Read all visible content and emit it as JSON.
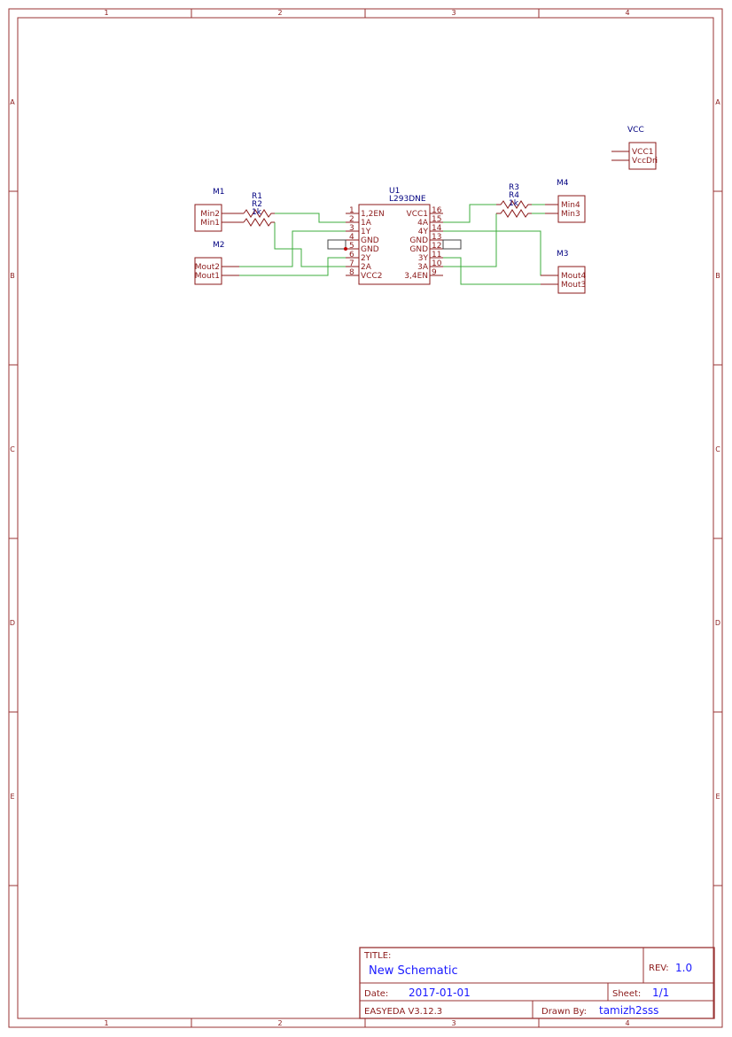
{
  "sheet": {
    "columns": [
      "1",
      "2",
      "3",
      "4"
    ],
    "rows": [
      "A",
      "B",
      "C",
      "D",
      "E"
    ]
  },
  "colors": {
    "frame": "#993333",
    "wire": "#3dae3d",
    "label": "#000080",
    "value": "#1a1aff"
  },
  "u1": {
    "ref": "U1",
    "part": "L293DNE",
    "left_pins": [
      {
        "num": "1",
        "name": "1,2EN"
      },
      {
        "num": "2",
        "name": "1A"
      },
      {
        "num": "3",
        "name": "1Y"
      },
      {
        "num": "4",
        "name": "GND"
      },
      {
        "num": "5",
        "name": "GND"
      },
      {
        "num": "6",
        "name": "2Y"
      },
      {
        "num": "7",
        "name": "2A"
      },
      {
        "num": "8",
        "name": "VCC2"
      }
    ],
    "right_pins": [
      {
        "num": "16",
        "name": "VCC1"
      },
      {
        "num": "15",
        "name": "4A"
      },
      {
        "num": "14",
        "name": "4Y"
      },
      {
        "num": "13",
        "name": "GND"
      },
      {
        "num": "12",
        "name": "GND"
      },
      {
        "num": "11",
        "name": "3Y"
      },
      {
        "num": "10",
        "name": "3A"
      },
      {
        "num": "9",
        "name": "3,4EN"
      }
    ]
  },
  "connectors": {
    "m1": {
      "ref": "M1",
      "pins": [
        "Min2",
        "Min1"
      ]
    },
    "m2": {
      "ref": "M2",
      "pins": [
        "Mout2",
        "Mout1"
      ]
    },
    "m3": {
      "ref": "M3",
      "pins": [
        "Mout4",
        "Mout3"
      ]
    },
    "m4": {
      "ref": "M4",
      "pins": [
        "Min4",
        "Min3"
      ]
    },
    "vcc": {
      "ref": "VCC",
      "pins": [
        "VCC1",
        "VccDri"
      ]
    }
  },
  "resistors": {
    "r1": {
      "ref": "R1"
    },
    "r2": {
      "ref": "R2",
      "value": "1k"
    },
    "r3": {
      "ref": "R3"
    },
    "r4": {
      "ref": "R4",
      "value": "1k"
    }
  },
  "title_block": {
    "title_label": "TITLE:",
    "title": "New Schematic",
    "rev_label": "REV:",
    "rev": "1.0",
    "date_label": "Date:",
    "date": "2017-01-01",
    "sheet_label": "Sheet:",
    "sheet": "1/1",
    "tool": "EASYEDA V3.12.3",
    "drawn_label": "Drawn By:",
    "drawn_by": "tamizh2sss"
  }
}
